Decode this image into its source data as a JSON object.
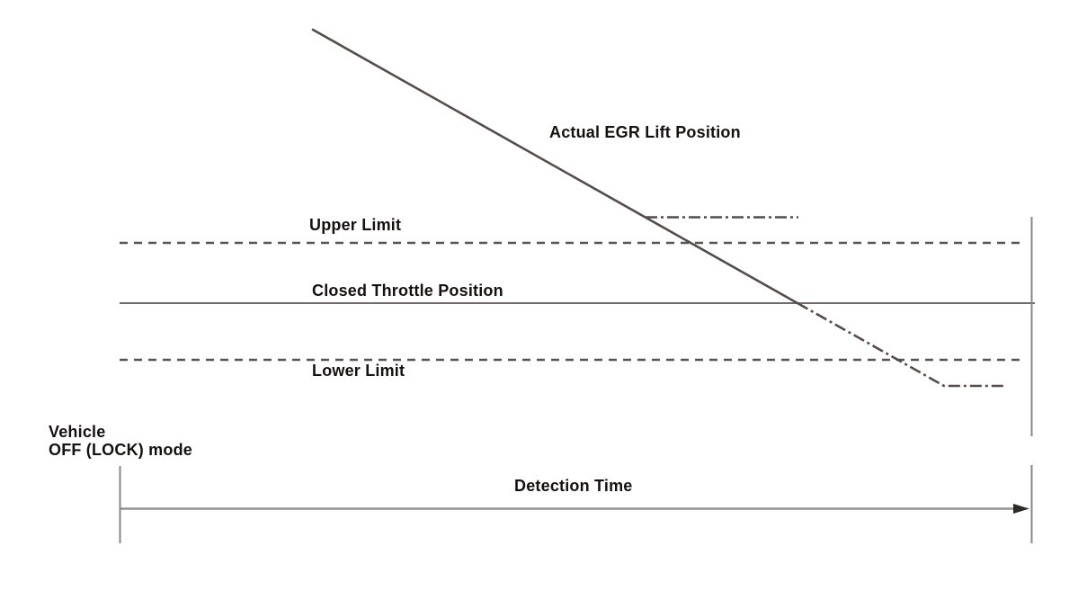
{
  "diagram": {
    "type": "signal-timing-diagram",
    "background": "#ffffff",
    "labels": {
      "actual_egr_lift_position": "Actual EGR Lift Position",
      "upper_limit": "Upper Limit",
      "closed_throttle_position": "Closed Throttle Position",
      "lower_limit": "Lower Limit",
      "vehicle_mode_line1": "Vehicle",
      "vehicle_mode_line2": "OFF (LOCK) mode",
      "detection_time": "Detection Time"
    },
    "colors": {
      "trace": "#544c4b",
      "dashed_limit": "#595353",
      "solid_reference": "#6e6868",
      "axis_gray": "#8b8687",
      "arrow_shaft": "#949091",
      "arrowhead": "#2f2929",
      "text": "#151111"
    },
    "lines": [
      {
        "id": "actual-egr-trace",
        "label": "Actual EGR Lift Position",
        "style": "solid diagonal falling; becomes dash-dot after crossing Closed Throttle Position, then levels off horizontally near the bottom"
      },
      {
        "id": "upper-clamp-segment",
        "label": "",
        "style": "short horizontal dash-dot segment branching right from the trace just above the Upper Limit line"
      },
      {
        "id": "upper-limit-line",
        "label": "Upper Limit",
        "style": "dashed horizontal"
      },
      {
        "id": "closed-throttle-line",
        "label": "Closed Throttle Position",
        "style": "solid horizontal"
      },
      {
        "id": "lower-limit-line",
        "label": "Lower Limit",
        "style": "dashed horizontal"
      },
      {
        "id": "detection-time-axis",
        "label": "Detection Time",
        "style": "horizontal time axis with right arrowhead between two vertical end ticks"
      }
    ]
  }
}
